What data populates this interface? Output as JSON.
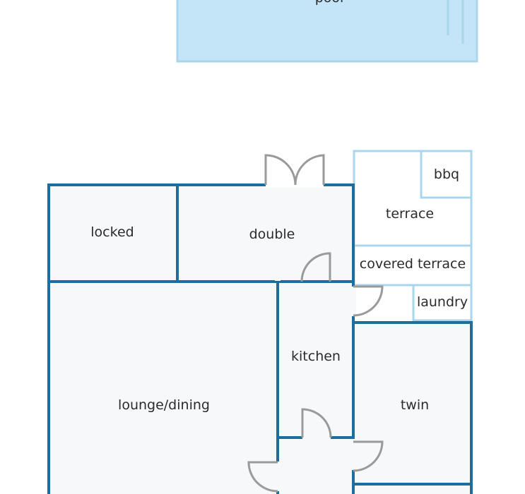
{
  "colors": {
    "wall": "#1e6d9c",
    "outdoor_wall": "#a9d6ec",
    "room_fill": "#f7f8f9",
    "pool_fill": "#c4e5f8",
    "pool_border": "#a9d6ec",
    "door": "#9a9a9a",
    "background": "#ffffff"
  },
  "labels": {
    "pool": "pool",
    "locked": "locked",
    "double": "double",
    "terrace": "terrace",
    "bbq": "bbq",
    "covered_terrace": "covered terrace",
    "laundry": "laundry",
    "kitchen": "kitchen",
    "lounge_dining": "lounge/dining",
    "twin": "twin"
  }
}
